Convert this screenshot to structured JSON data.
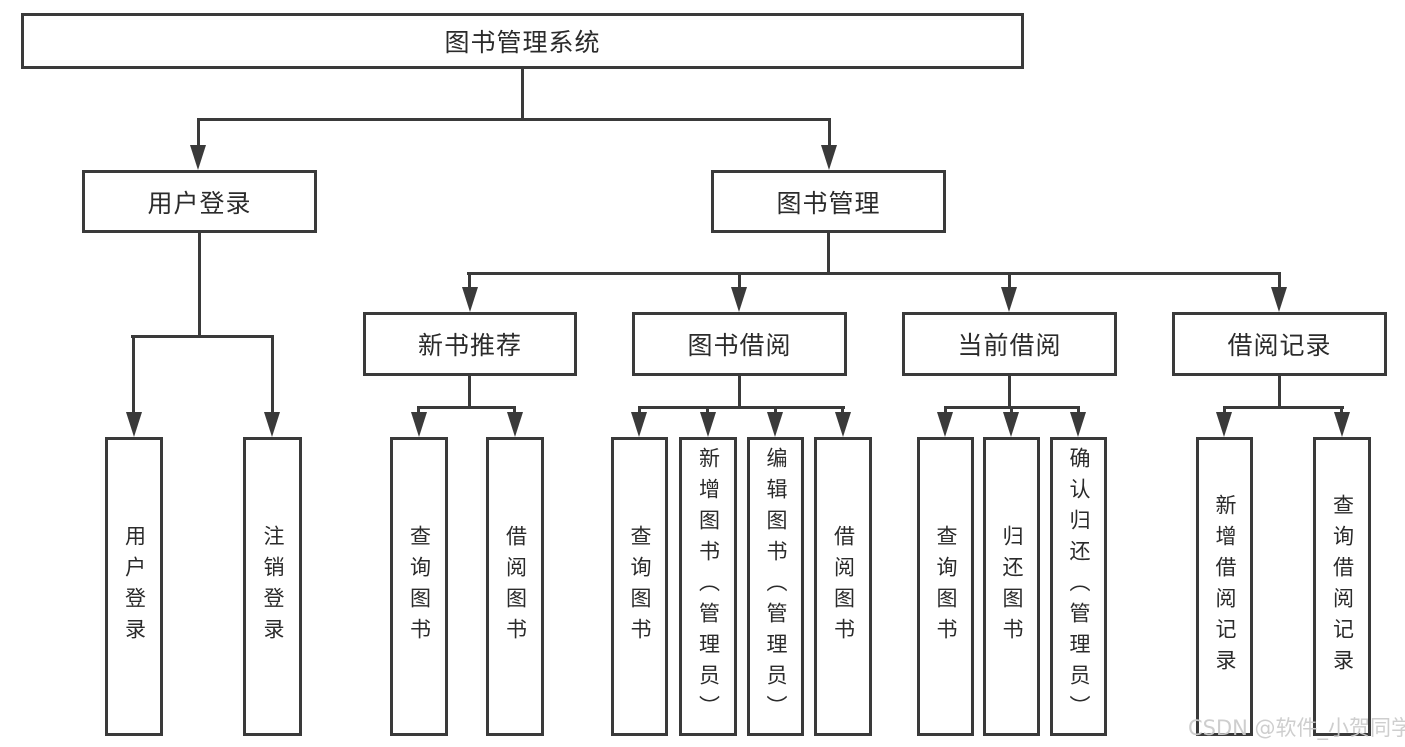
{
  "colors": {
    "line": "#3a3a3a",
    "text": "#2b2b2b",
    "background": "#ffffff",
    "watermark": "#cccccc"
  },
  "watermark": {
    "text": "CSDN @软件_小贺同学"
  },
  "nodes": {
    "root": {
      "label": "图书管理系统"
    },
    "user_login": {
      "label": "用户登录"
    },
    "book_mgmt": {
      "label": "图书管理"
    },
    "new_book_rec": {
      "label": "新书推荐"
    },
    "book_borrow": {
      "label": "图书借阅"
    },
    "current_borrow": {
      "label": "当前借阅"
    },
    "borrow_records": {
      "label": "借阅记录"
    },
    "leaf_login": {
      "label": "用户登录"
    },
    "leaf_logout": {
      "label": "注销登录"
    },
    "leaf_rec_query_book": {
      "label": "查询图书"
    },
    "leaf_rec_borrow_book": {
      "label": "借阅图书"
    },
    "leaf_bb_query_book": {
      "label": "查询图书"
    },
    "leaf_bb_add_book": {
      "label": "新增图书（管理员）"
    },
    "leaf_bb_edit_book": {
      "label": "编辑图书（管理员）"
    },
    "leaf_bb_borrow_book": {
      "label": "借阅图书"
    },
    "leaf_cb_query_book": {
      "label": "查询图书"
    },
    "leaf_cb_return_book": {
      "label": "归还图书"
    },
    "leaf_cb_confirm_return": {
      "label": "确认归还（管理员）"
    },
    "leaf_br_add_record": {
      "label": "新增借阅记录"
    },
    "leaf_br_query_record": {
      "label": "查询借阅记录"
    }
  },
  "hierarchy": {
    "root": "图书管理系统",
    "children": [
      {
        "label": "用户登录",
        "children": [
          "用户登录",
          "注销登录"
        ]
      },
      {
        "label": "图书管理",
        "children": [
          {
            "label": "新书推荐",
            "children": [
              "查询图书",
              "借阅图书"
            ]
          },
          {
            "label": "图书借阅",
            "children": [
              "查询图书",
              "新增图书（管理员）",
              "编辑图书（管理员）",
              "借阅图书"
            ]
          },
          {
            "label": "当前借阅",
            "children": [
              "查询图书",
              "归还图书",
              "确认归还（管理员）"
            ]
          },
          {
            "label": "借阅记录",
            "children": [
              "新增借阅记录",
              "查询借阅记录"
            ]
          }
        ]
      }
    ]
  }
}
